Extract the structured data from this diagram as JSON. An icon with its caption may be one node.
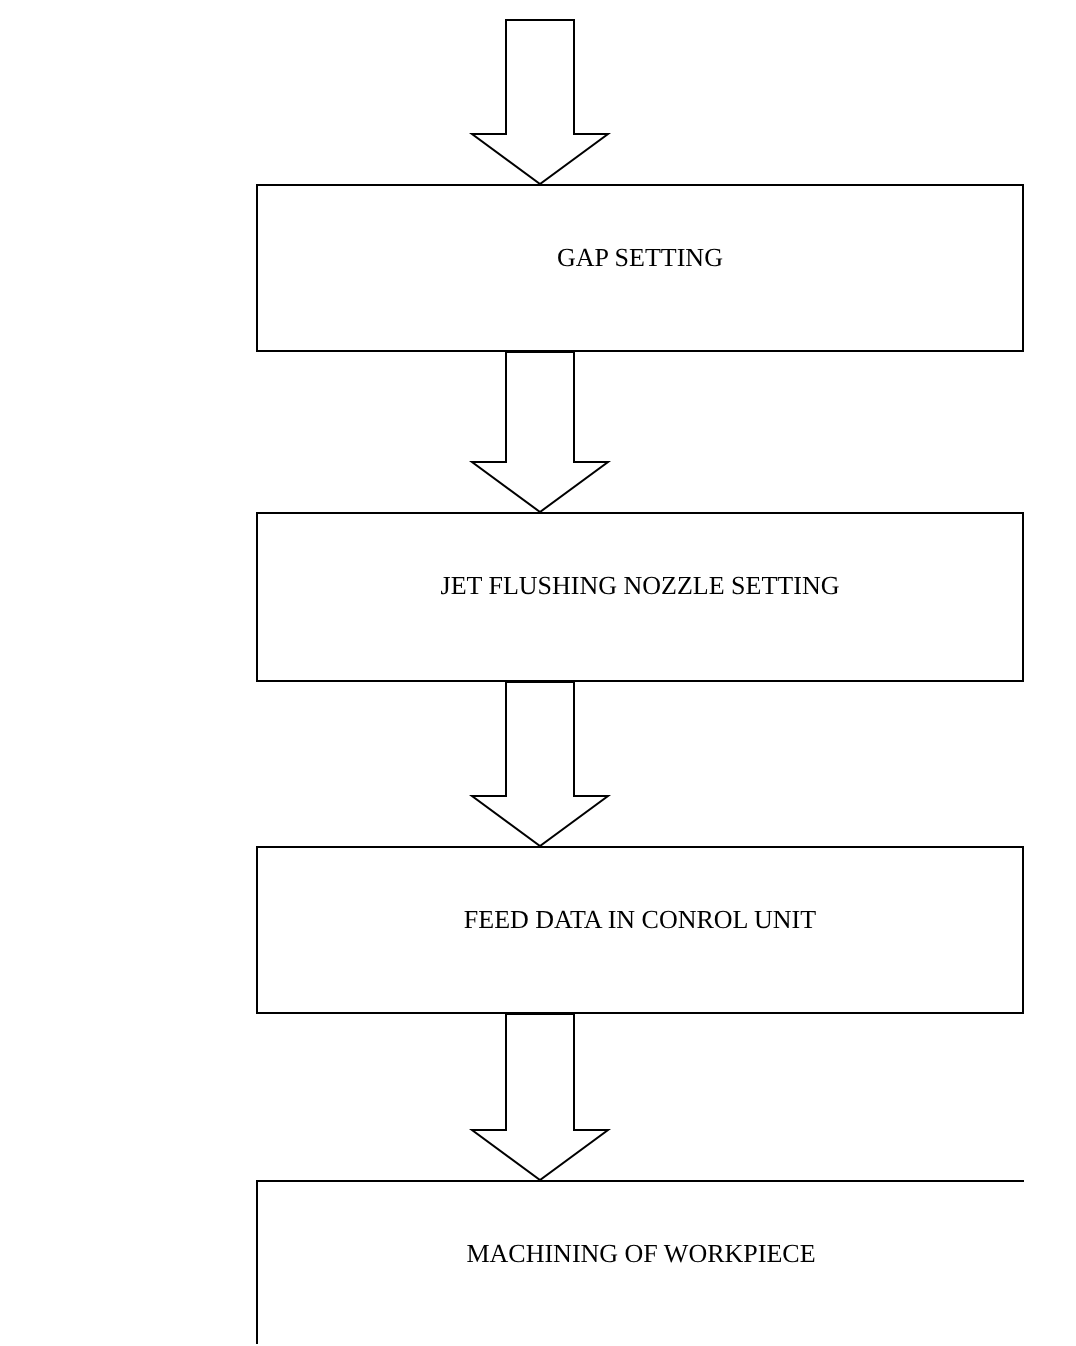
{
  "diagram": {
    "nodes": [
      {
        "text": [
          "GAP SETTING"
        ]
      },
      {
        "text": [
          "JET FLUSHING NOZZLE SETTING"
        ]
      },
      {
        "text": [
          "FEED DATA IN CONROL UNIT"
        ]
      },
      {
        "text": [
          "MACHINING OF WORKPIECE"
        ]
      }
    ],
    "edges": [
      {
        "from": null,
        "to": 0,
        "arrow": "to"
      },
      {
        "from": 0,
        "to": 1,
        "arrow": "to"
      },
      {
        "from": 1,
        "to": 2,
        "arrow": "to"
      },
      {
        "from": 2,
        "to": 3,
        "arrow": "to"
      }
    ]
  }
}
